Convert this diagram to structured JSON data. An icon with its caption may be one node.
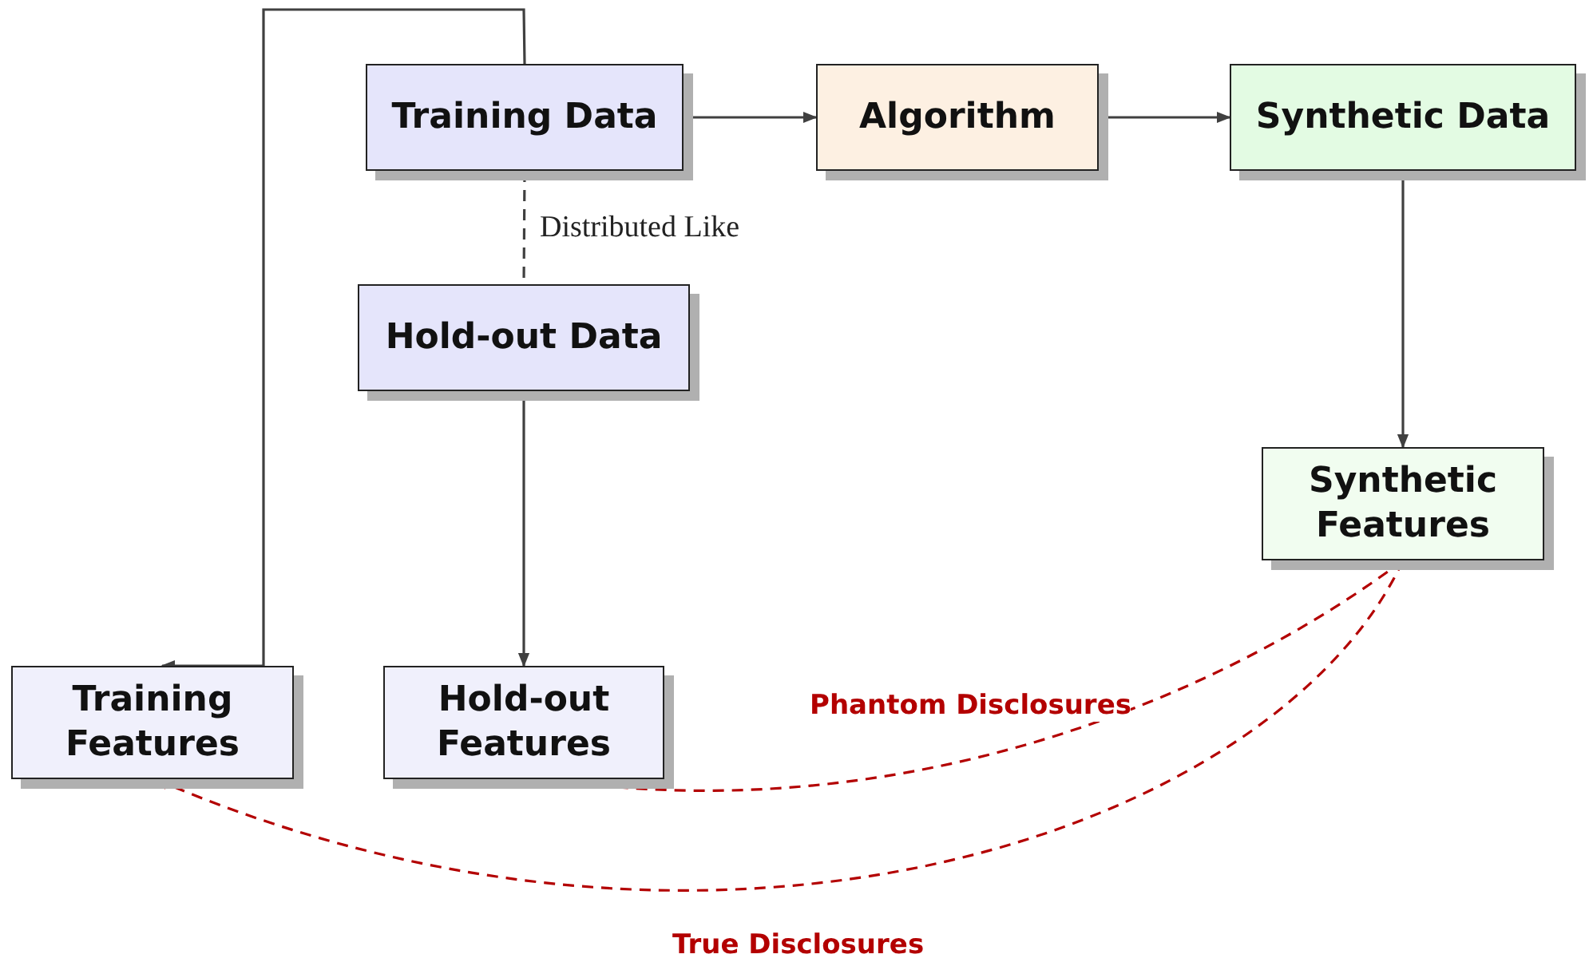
{
  "diagram": {
    "nodes": [
      {
        "text": [
          "Training Data"
        ]
      },
      {
        "text": [
          "Algorithm"
        ]
      },
      {
        "text": [
          "Synthetic Data"
        ]
      },
      {
        "text": [
          "Hold-out Data"
        ]
      },
      {
        "text": [
          "Synthetic Features"
        ]
      },
      {
        "text": [
          "Training Features"
        ]
      },
      {
        "text": [
          "Hold-out Features"
        ]
      }
    ],
    "edges": [
      {
        "from": 0,
        "to": 1,
        "arrow": "to"
      },
      {
        "from": 1,
        "to": 2,
        "arrow": "to"
      },
      {
        "from": 0,
        "to": 3,
        "arrow": "none",
        "style": "dashed",
        "label": "Distributed Like"
      },
      {
        "from": 2,
        "to": 4,
        "arrow": "to"
      },
      {
        "from": 3,
        "to": 6,
        "arrow": "to"
      },
      {
        "from": 0,
        "to": 5,
        "arrow": "to"
      },
      {
        "from": 4,
        "to": 6,
        "arrow": "to",
        "style": "dashed",
        "color": "#b30000",
        "label": "Phantom Disclosures"
      },
      {
        "from": 4,
        "to": 5,
        "arrow": "to",
        "style": "dashed",
        "color": "#b30000",
        "label": "True Disclosures"
      }
    ]
  }
}
